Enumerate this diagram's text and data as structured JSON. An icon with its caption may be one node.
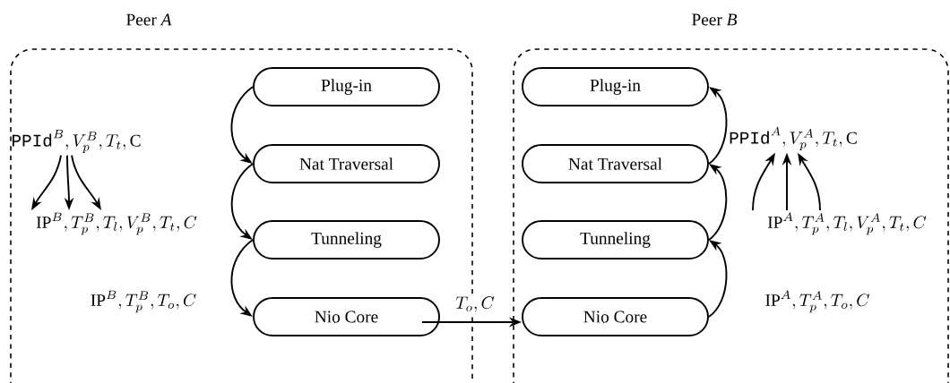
{
  "diagram": {
    "nodes": [
      {
        "text": [
          "Peer *A*"
        ]
      },
      {
        "text": [
          "Plug-in"
        ],
        "in": 0
      },
      {
        "text": [
          "Nat Traversal"
        ],
        "in": 0
      },
      {
        "text": [
          "Tunneling"
        ],
        "in": 0
      },
      {
        "text": [
          "Nio Core"
        ],
        "in": 0
      },
      {
        "text": [
          "Peer *B*"
        ]
      },
      {
        "text": [
          "Plug-in"
        ],
        "in": 5
      },
      {
        "text": [
          "Nat Traversal"
        ],
        "in": 5
      },
      {
        "text": [
          "Tunneling"
        ],
        "in": 5
      },
      {
        "text": [
          "Nio Core"
        ],
        "in": 5
      },
      {
        "text": [
          "\\texttt{PPId}^{B},V_p^{B},T_t,\\mathrm{C}"
        ],
        "in": 0
      },
      {
        "text": [
          "\\mathrm{IP}^{B},T_p^{B},T_l,V_p^{B},T_t,C"
        ],
        "in": 0
      },
      {
        "text": [
          "\\texttt{PPId}^{A},V_p^{A},T_t,\\mathrm{C}"
        ],
        "in": 5
      },
      {
        "text": [
          "\\mathrm{IP}^{A},T_p^{A},T_l,V_p^{A},T_t,C"
        ],
        "in": 5
      }
    ],
    "edges": [
      {
        "from": 1,
        "to": 2,
        "arrow": "to"
      },
      {
        "from": 2,
        "to": 3,
        "arrow": "to"
      },
      {
        "from": 3,
        "to": 4,
        "arrow": "to",
        "label": "\\mathrm{IP}^{B},T_p^{B},T_o,C"
      },
      {
        "from": 4,
        "to": 9,
        "arrow": "to",
        "label": "T_o,C"
      },
      {
        "from": 9,
        "to": 8,
        "arrow": "to",
        "label": "\\mathrm{IP}^{A},T_p^{A},T_o,C"
      },
      {
        "from": 8,
        "to": 7,
        "arrow": "to"
      },
      {
        "from": 7,
        "to": 6,
        "arrow": "to"
      },
      {
        "from": 10,
        "to": 11,
        "arrow": "to"
      },
      {
        "from": 10,
        "to": 11,
        "arrow": "to"
      },
      {
        "from": 10,
        "to": 11,
        "arrow": "to"
      },
      {
        "from": 13,
        "to": 12,
        "arrow": "to"
      },
      {
        "from": 13,
        "to": 12,
        "arrow": "to"
      },
      {
        "from": 13,
        "to": 12,
        "arrow": "to"
      }
    ]
  }
}
